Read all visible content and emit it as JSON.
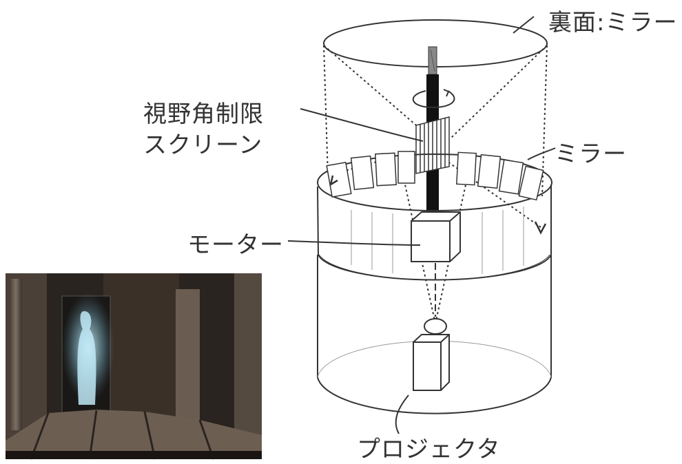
{
  "labels": {
    "back_mirror": "裏面:ミラー",
    "screen_line1": "視野角制限",
    "screen_line2": "スクリーン",
    "mirror": "ミラー",
    "motor": "モーター",
    "projector": "プロジェクタ"
  },
  "colors": {
    "line": "#333333",
    "background": "#ffffff",
    "photo_bg": "#2a2420",
    "figure_glow": "#b8e8f5"
  },
  "photo": {
    "icon": "hologram-photo"
  }
}
